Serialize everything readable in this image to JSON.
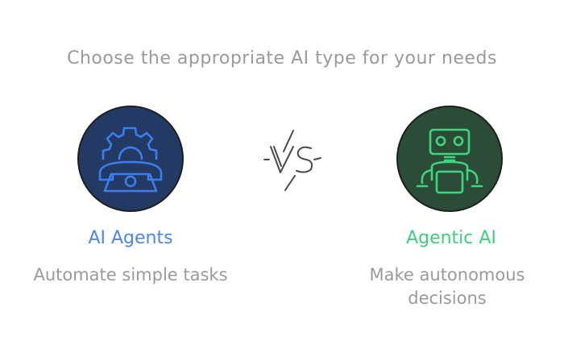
{
  "title": "Choose the appropriate AI type for your needs",
  "left": {
    "label": "AI Agents",
    "description": "Automate simple tasks",
    "icon": "gear-phone-icon",
    "label_color": "#4a86ec",
    "circle_color": "#233a65"
  },
  "right": {
    "label": "Agentic AI",
    "description": "Make autonomous decisions",
    "icon": "robot-icon",
    "label_color": "#3ecf7e",
    "circle_color": "#2b4d38"
  },
  "versus": {
    "text": "VS",
    "icon": "vs-lightning-icon"
  }
}
